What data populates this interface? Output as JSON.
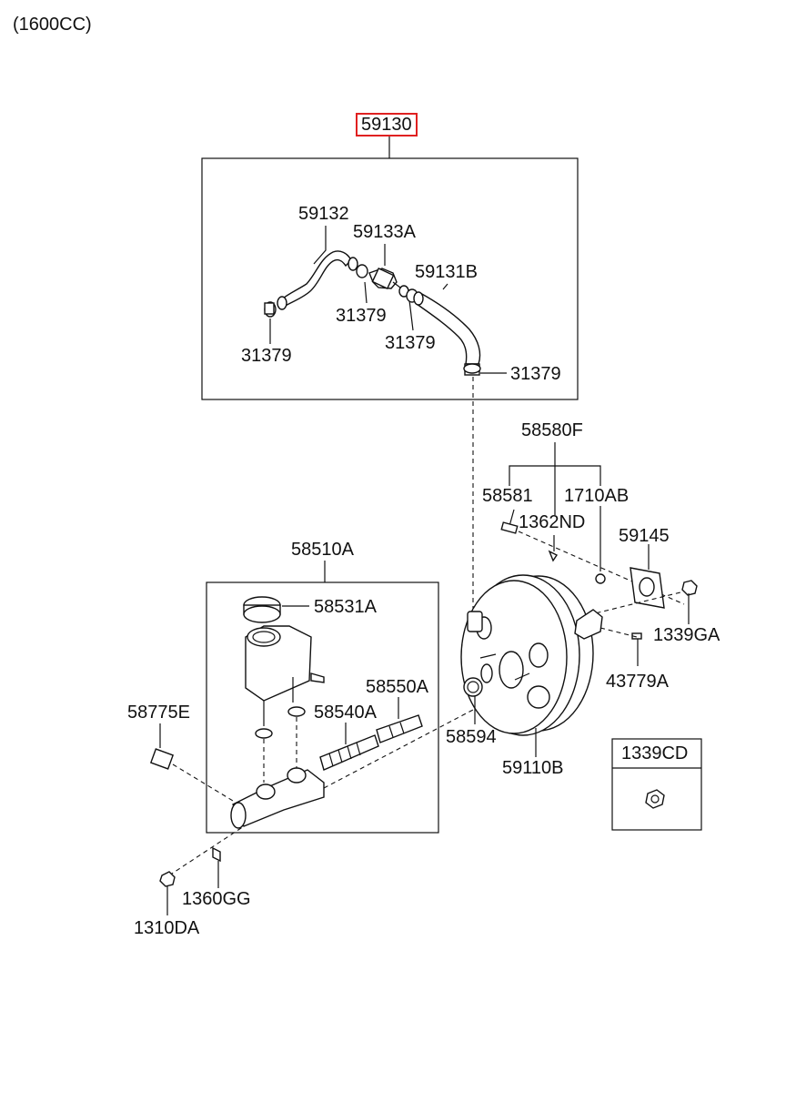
{
  "header": {
    "engine": "(1600CC)"
  },
  "highlight_color": "#e02020",
  "assemblies": {
    "vacuum_hose": {
      "code": "59130",
      "parts": {
        "hose": "59132",
        "check_valve": "59133A",
        "hose_b": "59131B",
        "clamp_a": "31379",
        "clamp_b": "31379",
        "clamp_c": "31379",
        "clamp_d": "31379"
      }
    },
    "master_cylinder": {
      "code": "58510A",
      "parts": {
        "cap": "58531A",
        "piston_secondary": "58550A",
        "piston_primary": "58540A"
      }
    },
    "clevis_kit": {
      "code": "58580F",
      "parts": {
        "pin": "58581",
        "clip": "1362ND",
        "nut": "1710AB"
      }
    }
  },
  "parts": {
    "sensor": "58775E",
    "gasket": "59145",
    "booster_nut": "1339GA",
    "pin_43779A": "43779A",
    "o_ring": "58594",
    "booster": "59110B",
    "washer": "1360GG",
    "nut_1310DA": "1310DA"
  },
  "box_part": {
    "code": "1339CD",
    "icon": "hex-nut-icon"
  }
}
